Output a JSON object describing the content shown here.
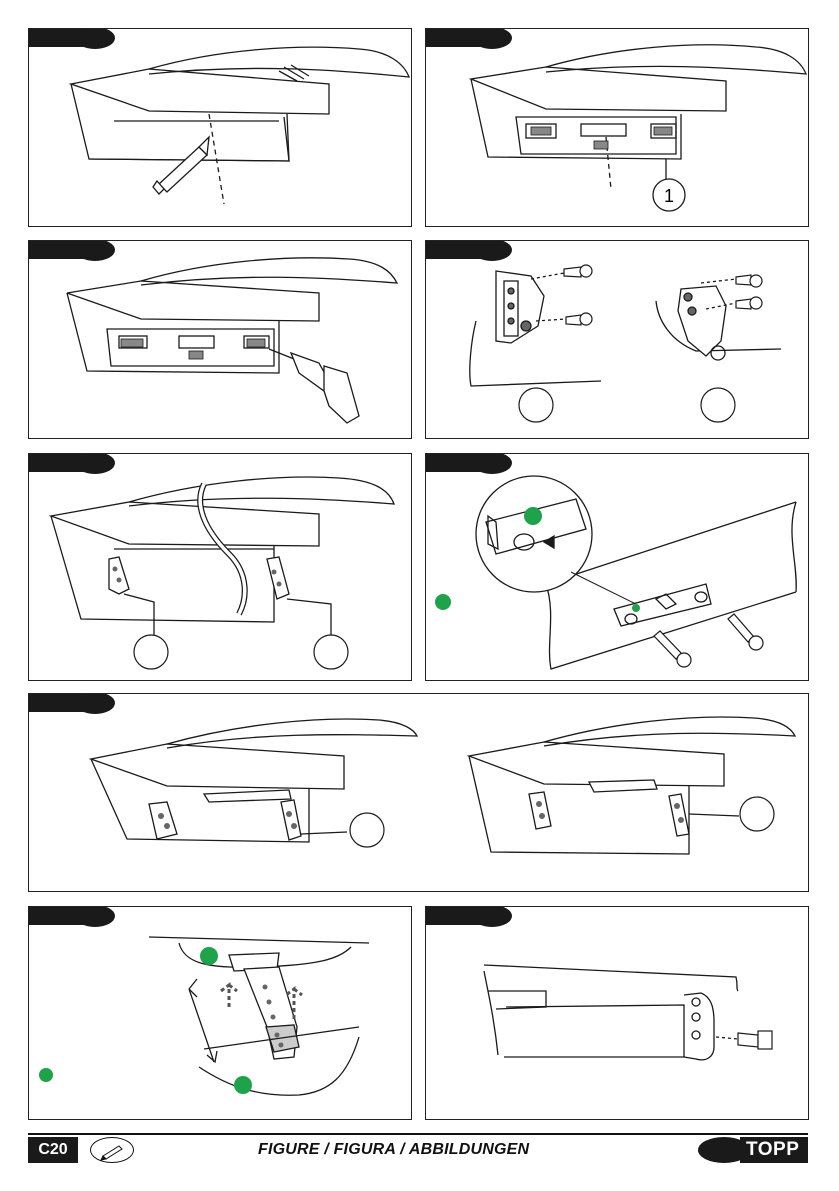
{
  "document": {
    "page_code": "C20",
    "footer_title": "FIGURE / FIGURA / ABBILDUNGEN",
    "brand": "TOPP"
  },
  "panels": [
    {
      "id": 1,
      "content": "pencil marking center line under wall cabinet"
    },
    {
      "id": 2,
      "callout": "1"
    },
    {
      "id": 3,
      "content": "screwdriver fastening bracket plate"
    },
    {
      "id": 4,
      "content": "hinge brackets with screws"
    },
    {
      "id": 5,
      "content": "cabinet with mounted side brackets and cable"
    },
    {
      "id": 6,
      "content": "detail of bracket with green marker"
    },
    {
      "id": 7,
      "content": "two cabinet views with brackets"
    },
    {
      "id": 8,
      "content": "gas strut with green markers"
    },
    {
      "id": 9,
      "content": "cabinet profile with screw"
    }
  ],
  "colors": {
    "marker_green": "#1fa34a",
    "ink": "#1a1a1a",
    "tab": "#1a1a1a"
  },
  "icons": [
    "pencil-icon",
    "screwdriver-icon",
    "screw-icon"
  ]
}
